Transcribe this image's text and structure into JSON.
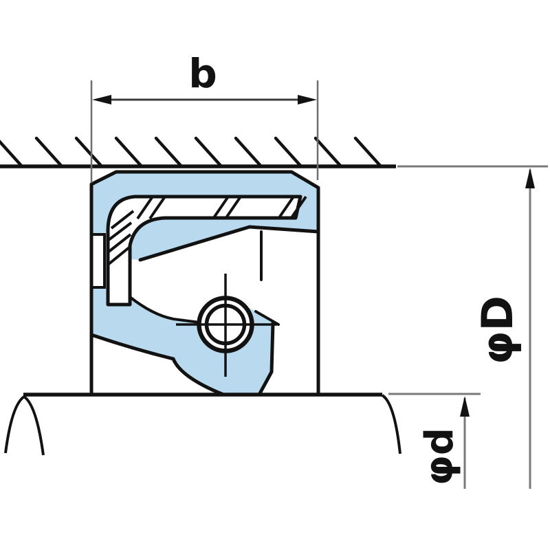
{
  "diagram": {
    "kind": "oil-seal-cross-section-drawing",
    "dimension_labels": {
      "width": "b",
      "outer_diameter": "φD",
      "shaft_diameter": "φd"
    },
    "colors": {
      "rubber_fill": "#b9daee",
      "metal_fill": "#ffffff",
      "outline": "#121212",
      "dimension_line": "#4a4a4a",
      "extension_line": "#7a7a7a",
      "background": "#ffffff"
    },
    "parts": [
      "housing-bore-surface",
      "rubber-seal-body",
      "metal-insert-case",
      "garter-spring",
      "sealing-lip",
      "dust-lip",
      "shaft"
    ]
  }
}
